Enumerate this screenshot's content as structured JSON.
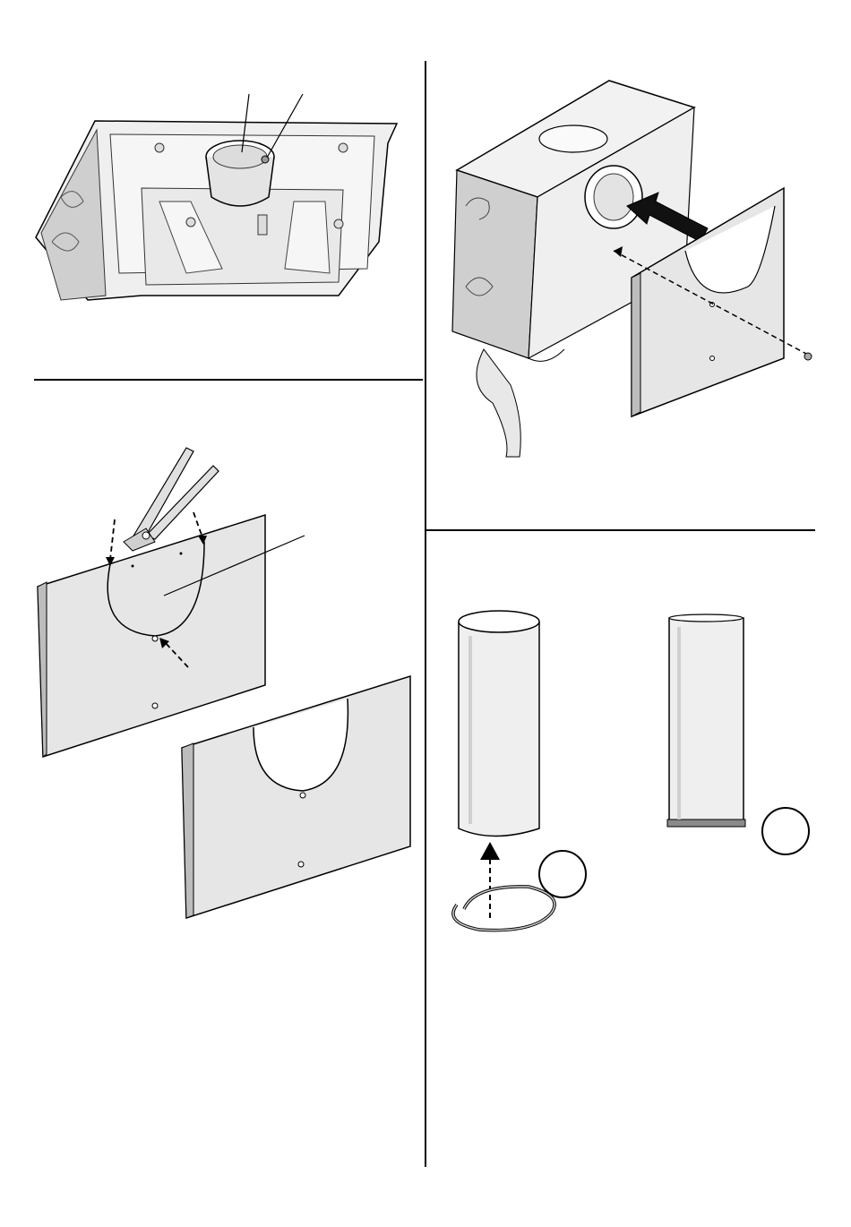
{
  "page": {
    "panels": [
      {
        "id": "stove-top-collar",
        "description_shown": false
      },
      {
        "id": "stove-rear-heat-shield",
        "description_shown": false
      },
      {
        "id": "shield-cutting",
        "description_shown": false
      },
      {
        "id": "flue-pipes",
        "description_shown": false
      }
    ]
  },
  "icons": {
    "shears": "tin-snips-icon",
    "arrow": "direction-arrow-icon",
    "callout_circle": "callout-circle-icon"
  },
  "colors": {
    "line": "#000000",
    "panel_fill": "#e6e6e6",
    "panel_edge": "#bdbdbd",
    "stove_fill": "#efefef",
    "stove_shade": "#cfcfcf"
  }
}
